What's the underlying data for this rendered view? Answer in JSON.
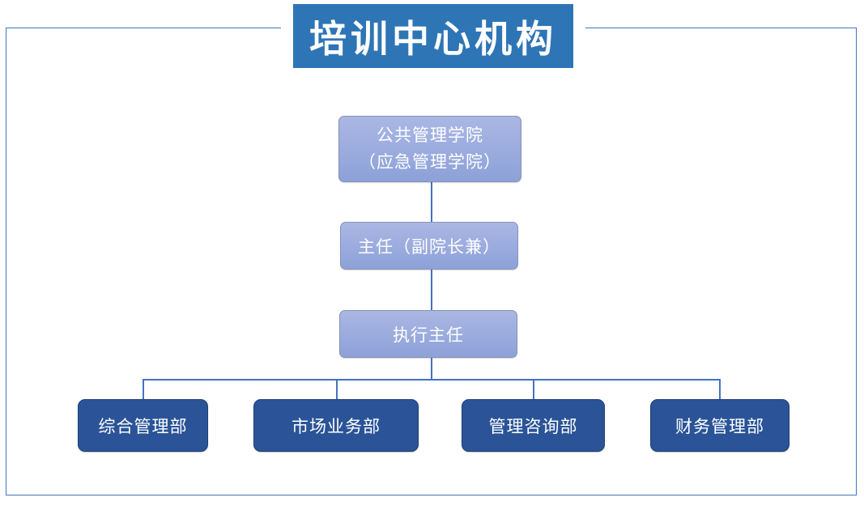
{
  "title": "培训中心机构",
  "colors": {
    "banner_bg": "#2E75B6",
    "light_node_top": "#AAB7E4",
    "light_node_bottom": "#8DA1D8",
    "light_node_border": "#8793B8",
    "dark_node_bg": "#2A5497",
    "dark_node_border": "#1F3F73",
    "connector": "#4472C4",
    "text": "#FFFFFF"
  },
  "org": {
    "college_line1": "公共管理学院",
    "college_line2": "（应急管理学院）",
    "director": "主任（副院长兼）",
    "executive_director": "执行主任",
    "departments": [
      "综合管理部",
      "市场业务部",
      "管理咨询部",
      "财务管理部"
    ]
  }
}
